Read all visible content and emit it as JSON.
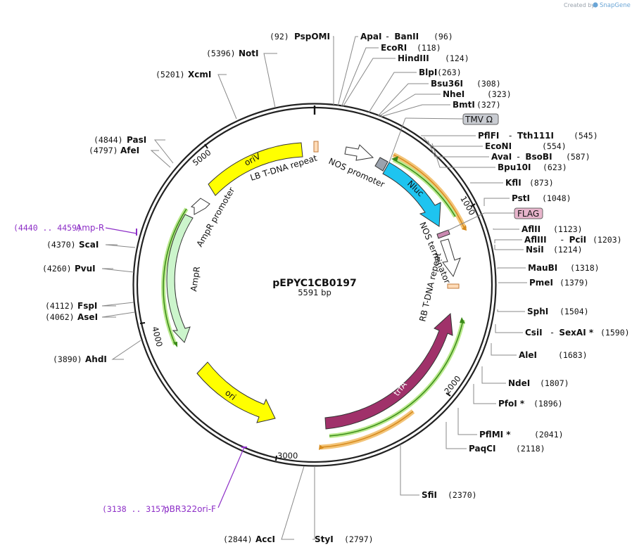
{
  "credit": {
    "prefix": "Created by",
    "brand": "SnapGene"
  },
  "plasmid": {
    "name": "pEPYC1CB0197",
    "size_label": "5591 bp",
    "length": 5591
  },
  "ticks": [
    "1000",
    "2000",
    "3000",
    "4000",
    "5000"
  ],
  "features": [
    {
      "label": "oriV",
      "color": "#ffff00",
      "inside": true
    },
    {
      "label": "LB T-DNA repeat",
      "color": "#ffdcb8"
    },
    {
      "label": "NOS promoter",
      "color": "#ffffff"
    },
    {
      "label": "Nluc",
      "color": "#1ec4f0",
      "inside": true
    },
    {
      "label": "NOS terminator",
      "color": "#ffffff"
    },
    {
      "label": "RB T-DNA repeat",
      "color": "#ffdcb8"
    },
    {
      "label": "trfA",
      "color": "#a0316a",
      "inside": true
    },
    {
      "label": "ori",
      "color": "#ffff00",
      "inside": true
    },
    {
      "label": "AmpR",
      "color": "#ccf5cc"
    },
    {
      "label": "AmpR promoter",
      "color": "#ffffff"
    }
  ],
  "boxed_labels": [
    {
      "label": "TMV Ω",
      "color": "#c9ccd2"
    },
    {
      "label": "FLAG",
      "color": "#e8b5cc"
    }
  ],
  "sites": [
    {
      "name": "PspOMI",
      "pos": "(92)"
    },
    {
      "name": "ApaI",
      "name2": "BanII",
      "pos": "(96)"
    },
    {
      "name": "EcoRI",
      "pos": "(118)"
    },
    {
      "name": "HindIII",
      "pos": "(124)"
    },
    {
      "name": "BlpI",
      "pos": "(263)"
    },
    {
      "name": "Bsu36I",
      "pos": "(308)"
    },
    {
      "name": "NheI",
      "pos": "(323)"
    },
    {
      "name": "BmtI",
      "pos": "(327)"
    },
    {
      "name": "PflFI",
      "name2": "Tth111I",
      "pos": "(545)"
    },
    {
      "name": "EcoNI",
      "pos": "(554)"
    },
    {
      "name": "AvaI",
      "name2": "BsoBI",
      "pos": "(587)"
    },
    {
      "name": "Bpu10I",
      "pos": "(623)"
    },
    {
      "name": "KflI",
      "pos": "(873)"
    },
    {
      "name": "PstI",
      "pos": "(1048)"
    },
    {
      "name": "AflII",
      "pos": "(1123)"
    },
    {
      "name": "AflIII",
      "name2": "PciI",
      "pos": "(1203)"
    },
    {
      "name": "NsiI",
      "pos": "(1214)"
    },
    {
      "name": "MauBI",
      "pos": "(1318)"
    },
    {
      "name": "PmeI",
      "pos": "(1379)"
    },
    {
      "name": "SphI",
      "pos": "(1504)"
    },
    {
      "name": "CsiI",
      "name2": "SexAI *",
      "pos": "(1590)"
    },
    {
      "name": "AleI",
      "pos": "(1683)"
    },
    {
      "name": "NdeI",
      "pos": "(1807)"
    },
    {
      "name": "PfoI *",
      "pos": "(1896)"
    },
    {
      "name": "PflMI *",
      "pos": "(2041)"
    },
    {
      "name": "PaqCI",
      "pos": "(2118)"
    },
    {
      "name": "SfiI",
      "pos": "(2370)"
    },
    {
      "name": "StyI",
      "pos": "(2797)"
    },
    {
      "name": "AccI",
      "pos": "(2844)"
    },
    {
      "name": "AhdI",
      "pos": "(3890)"
    },
    {
      "name": "AseI",
      "pos": "(4062)"
    },
    {
      "name": "FspI",
      "pos": "(4112)"
    },
    {
      "name": "PvuI",
      "pos": "(4260)"
    },
    {
      "name": "ScaI",
      "pos": "(4370)"
    },
    {
      "name": "AfeI",
      "pos": "(4797)"
    },
    {
      "name": "PasI",
      "pos": "(4844)"
    },
    {
      "name": "XcmI",
      "pos": "(5201)"
    },
    {
      "name": "NotI",
      "pos": "(5396)"
    }
  ],
  "primers": [
    {
      "name": "Amp-R",
      "range": "(4440 .. 4459)"
    },
    {
      "name": "pBR322ori-F",
      "range": "(3138 .. 3157)"
    }
  ]
}
